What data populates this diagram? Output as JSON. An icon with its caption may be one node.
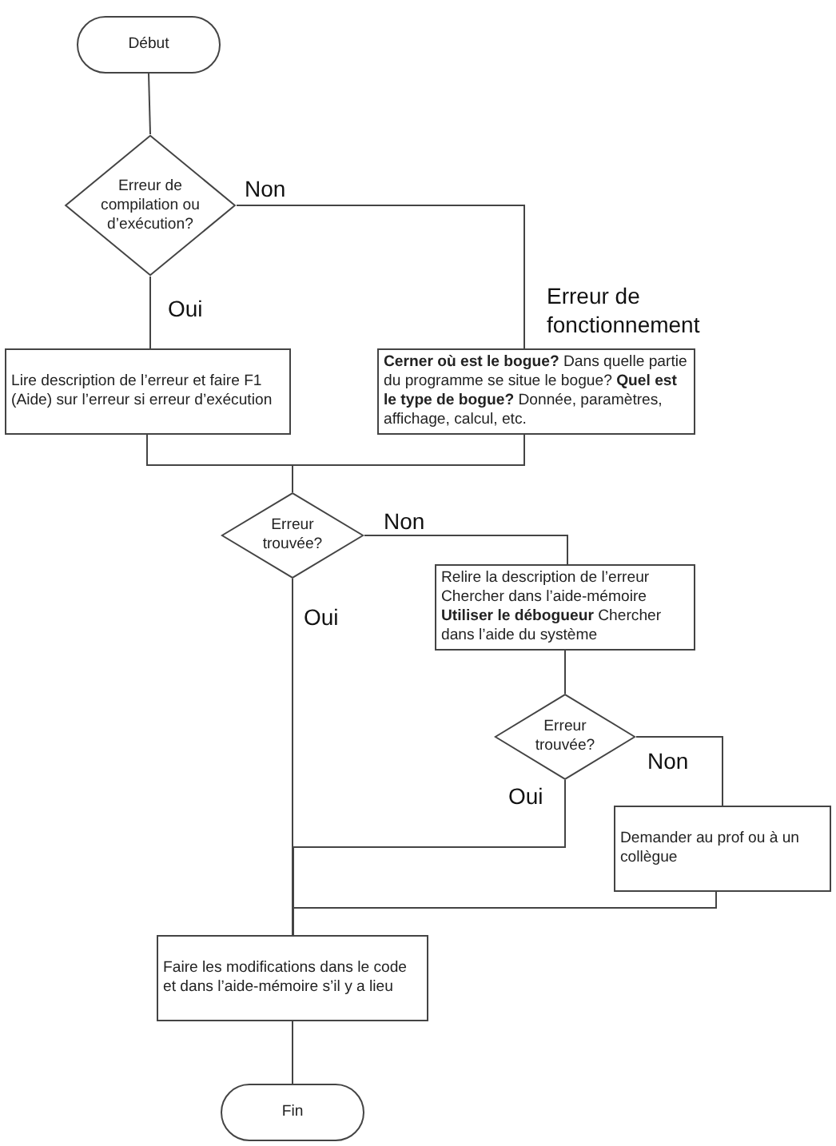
{
  "diagram": {
    "nodes": [
      {
        "text": [
          "Début"
        ]
      },
      {
        "text": [
          "Erreur de compilation ou d’exécution?"
        ]
      },
      {
        "text": [
          "Lire description de l’erreur et faire F1 (Aide) sur l’erreur si erreur d’exécution"
        ]
      },
      {
        "text": [
          "**Cerner où est le bogue?** Dans quelle partie du programme se situe le bogue? **Quel est le type de bogue?** Donnée, paramètres, affichage, calcul, etc."
        ]
      },
      {
        "text": [
          "Erreur trouvée?"
        ]
      },
      {
        "text": [
          "Relire la description de l’erreur Chercher dans l’aide-mémoire **Utiliser le débogueur** Chercher dans l’aide du système"
        ]
      },
      {
        "text": [
          "Erreur trouvée?"
        ]
      },
      {
        "text": [
          "Demander au prof ou à un collègue"
        ]
      },
      {
        "text": [
          "Faire les modifications dans le code et dans l’aide-mémoire s’il y a lieu"
        ]
      },
      {
        "text": [
          "Fin"
        ]
      }
    ],
    "edges": [
      {
        "from": 0,
        "to": 1,
        "arrow": "none"
      },
      {
        "from": 1,
        "to": 2,
        "arrow": "none",
        "label": "Oui"
      },
      {
        "from": 1,
        "to": 3,
        "arrow": "none",
        "label": "Non"
      },
      {
        "from": 2,
        "to": 4,
        "arrow": "none"
      },
      {
        "from": 3,
        "to": 4,
        "arrow": "none"
      },
      {
        "from": 4,
        "to": 5,
        "arrow": "none",
        "label": "Non"
      },
      {
        "from": 4,
        "to": 8,
        "arrow": "none",
        "label": "Oui"
      },
      {
        "from": 5,
        "to": 6,
        "arrow": "none"
      },
      {
        "from": 6,
        "to": 8,
        "arrow": "none",
        "label": "Oui"
      },
      {
        "from": 6,
        "to": 7,
        "arrow": "none",
        "label": "Non"
      },
      {
        "from": 7,
        "to": 8,
        "arrow": "none"
      },
      {
        "from": 8,
        "to": 9,
        "arrow": "none"
      }
    ],
    "labels": [
      "Erreur de fonctionnement"
    ]
  }
}
